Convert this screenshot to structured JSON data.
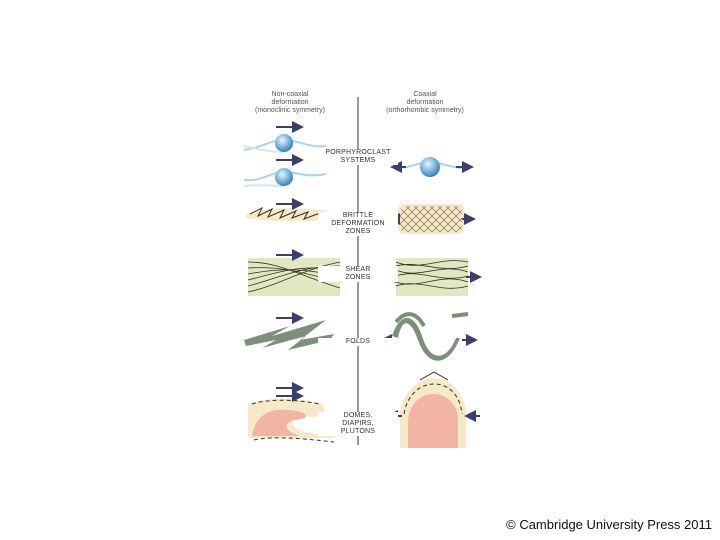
{
  "headers": {
    "left": [
      "Non-coaxial",
      "deformation",
      "(monoclinic symmetry)"
    ],
    "right": [
      "Coaxial",
      "deformation",
      "(orthorhombic symmetry)"
    ]
  },
  "rows": [
    {
      "label": [
        "PORPHYROCLAST",
        "SYSTEMS"
      ]
    },
    {
      "label": [
        "BRITTLE",
        "DEFORMATION",
        "ZONES"
      ]
    },
    {
      "label": [
        "SHEAR",
        "ZONES"
      ]
    },
    {
      "label": [
        "FOLDS"
      ]
    },
    {
      "label": [
        "DOMES,",
        "DIAPIRS,",
        "PLUTONS"
      ]
    }
  ],
  "copyright": "© Cambridge University Press 2011",
  "colors": {
    "arrow": "#3a3f6e",
    "clast": "#7fb8e0",
    "clast_tail": "#a9d4ee",
    "sand": "#f6e9c8",
    "shear_bg": "#dfe8c2",
    "fold": "#7d8f78",
    "dome_core": "#f2b4a4"
  }
}
